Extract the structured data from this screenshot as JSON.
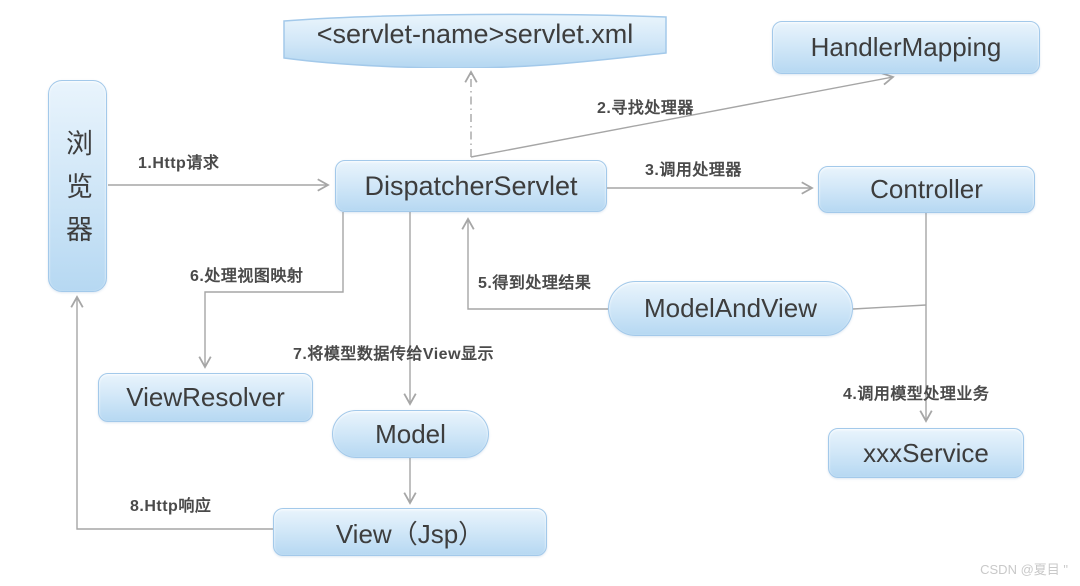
{
  "diagram": {
    "title_hint": "Spring MVC request flow diagram",
    "colors": {
      "node_fill_top": "#e9f4fc",
      "node_fill_bottom": "#b6d8f2",
      "node_border": "#a3c9ea",
      "node_text": "#3d3d3d",
      "connector": "#a6a6a6",
      "step_label_text": "#4a4a4a",
      "watermark_text": "#c9c9c9",
      "background": "#ffffff"
    },
    "nodes": {
      "servlet_xml": {
        "label": "<servlet-name>servlet.xml",
        "shape": "wave-banner"
      },
      "handler_mapping": {
        "label": "HandlerMapping",
        "shape": "rounded-rect"
      },
      "browser": {
        "label": "浏览器",
        "shape": "rounded-rect-vertical"
      },
      "dispatcher_servlet": {
        "label": "DispatcherServlet",
        "shape": "rounded-rect"
      },
      "controller": {
        "label": "Controller",
        "shape": "rounded-rect"
      },
      "model_and_view": {
        "label": "ModelAndView",
        "shape": "stadium"
      },
      "view_resolver": {
        "label": "ViewResolver",
        "shape": "rounded-rect"
      },
      "model": {
        "label": "Model",
        "shape": "stadium"
      },
      "xxx_service": {
        "label": "xxxService",
        "shape": "rounded-rect"
      },
      "view_jsp": {
        "label": "View（Jsp）",
        "shape": "rounded-rect"
      }
    },
    "steps": {
      "step1": "1.Http请求",
      "step2": "2.寻找处理器",
      "step3": "3.调用处理器",
      "step4": "4.调用模型处理业务",
      "step5": "5.得到处理结果",
      "step6": "6.处理视图映射",
      "step7": "7.将模型数据传给View显示",
      "step8": "8.Http响应"
    },
    "edges": [
      {
        "from": "browser",
        "to": "dispatcher_servlet",
        "label_key": "step1",
        "style": "solid-arrow"
      },
      {
        "from": "dispatcher_servlet",
        "to": "handler_mapping",
        "label_key": "step2",
        "style": "solid-arrow"
      },
      {
        "from": "dispatcher_servlet",
        "to": "servlet_xml",
        "label_key": null,
        "style": "dash-dot-arrow"
      },
      {
        "from": "dispatcher_servlet",
        "to": "controller",
        "label_key": "step3",
        "style": "solid-arrow"
      },
      {
        "from": "controller",
        "to": "xxx_service",
        "label_key": "step4",
        "style": "solid-arrow"
      },
      {
        "from": "controller",
        "to": "model_and_view",
        "label_key": null,
        "style": "solid-line"
      },
      {
        "from": "model_and_view",
        "to": "dispatcher_servlet",
        "label_key": "step5",
        "style": "solid-arrow"
      },
      {
        "from": "dispatcher_servlet",
        "to": "view_resolver",
        "label_key": "step6",
        "style": "solid-arrow"
      },
      {
        "from": "dispatcher_servlet",
        "to": "model",
        "label_key": "step7",
        "style": "solid-arrow"
      },
      {
        "from": "model",
        "to": "view_jsp",
        "label_key": null,
        "style": "solid-arrow"
      },
      {
        "from": "view_jsp",
        "to": "browser",
        "label_key": "step8",
        "style": "solid-arrow"
      }
    ],
    "watermark": "CSDN @夏目 \""
  }
}
